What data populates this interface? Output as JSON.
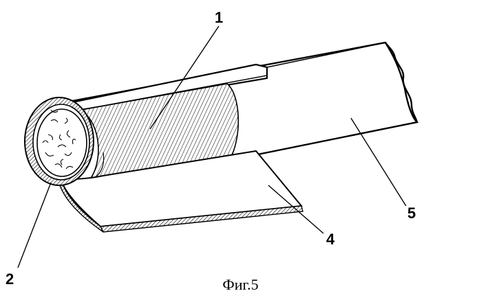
{
  "figure": {
    "labels": {
      "l1": "1",
      "l2": "2",
      "l4": "4",
      "l5": "5"
    },
    "caption": "Фиг.5"
  }
}
